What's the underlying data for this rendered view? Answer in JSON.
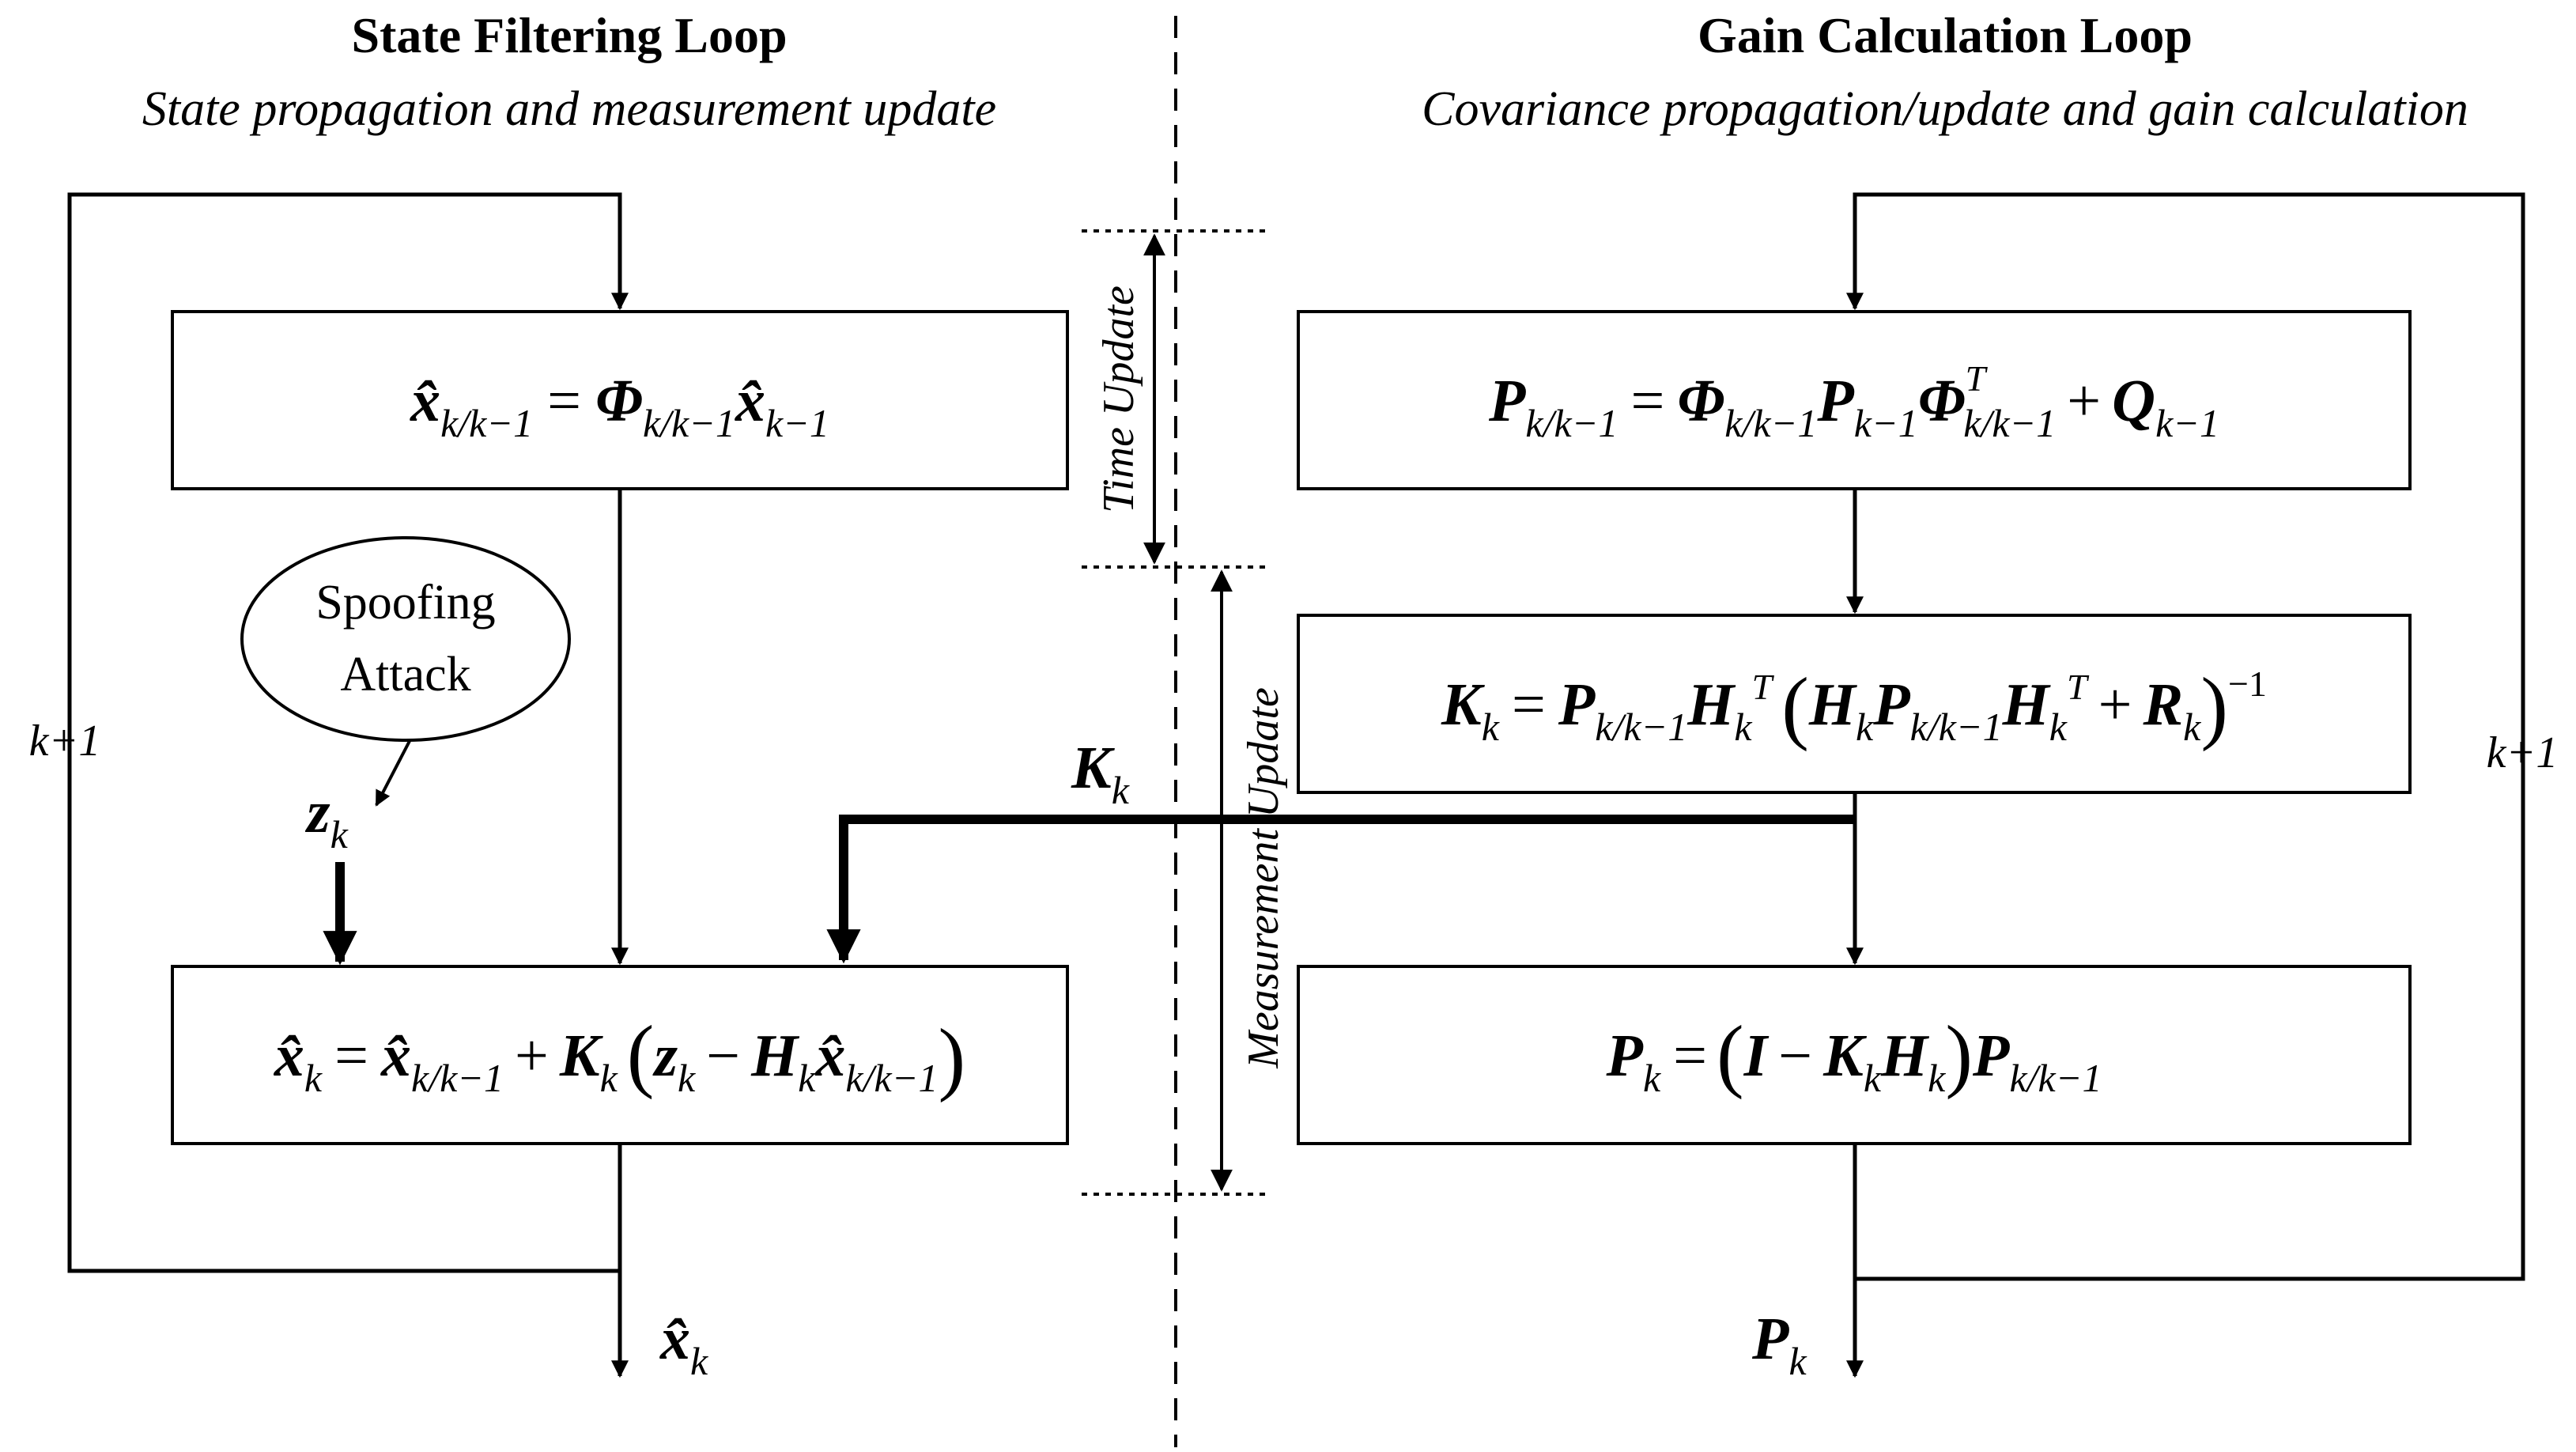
{
  "left_loop": {
    "title": "State Filtering Loop",
    "subtitle": "State propagation and measurement update",
    "iteration_label": "k+1"
  },
  "right_loop": {
    "title": "Gain Calculation Loop",
    "subtitle": "Covariance propagation/update and gain calculation",
    "iteration_label": "k+1"
  },
  "phases": {
    "time_update": "Time Update",
    "measurement_update": "Measurement Update"
  },
  "attack": {
    "line1": "Spoofing",
    "line2": "Attack"
  },
  "symbols": {
    "x": "x",
    "x_hat": "x̂",
    "phi": "Φ",
    "P": "P",
    "Q": "Q",
    "K": "K",
    "H": "H",
    "R": "R",
    "I": "I",
    "z": "z",
    "sub_k": "k",
    "sub_km1": "k−1",
    "sub_kkm1": "k/k−1",
    "sup_T": "T",
    "sup_m1": "−1"
  },
  "operators": {
    "equals": "=",
    "plus": "+",
    "minus": "−",
    "lparen": "(",
    "rparen": ")"
  }
}
